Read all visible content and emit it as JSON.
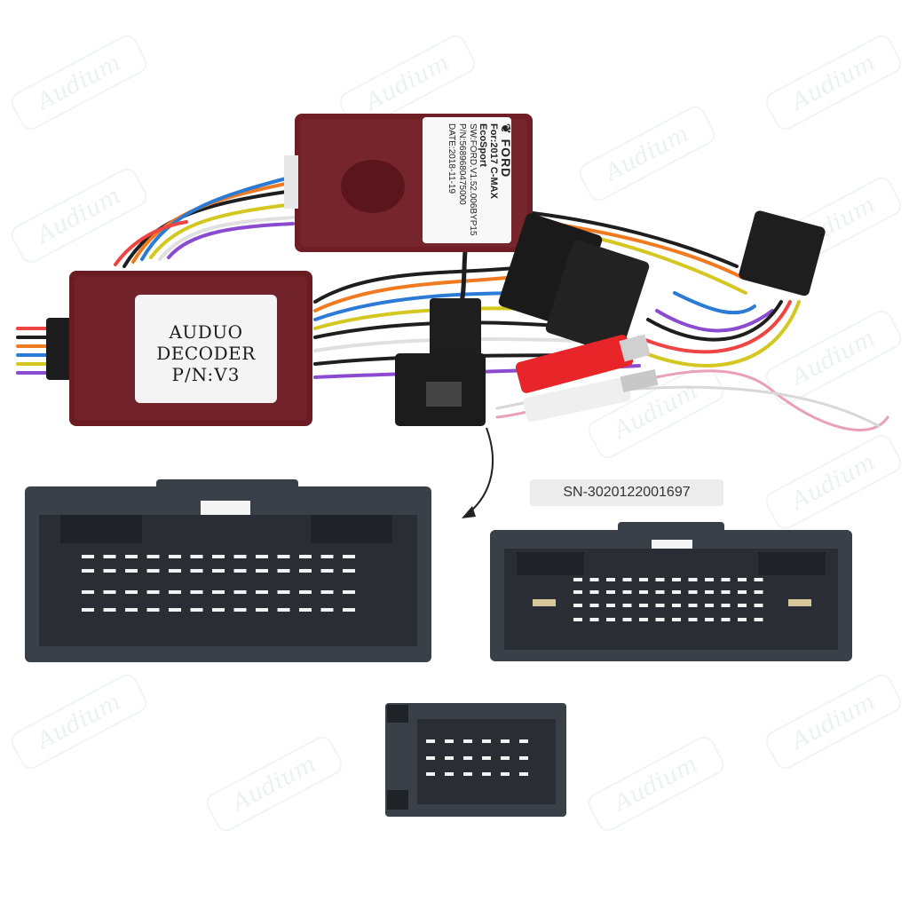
{
  "watermark": {
    "text": "Audium"
  },
  "decoder": {
    "line1": "AUDUO DECODER",
    "line2": "P/N:V3"
  },
  "ford_box": {
    "brand": "FORD",
    "model": "For:2017 C-MAX EcoSport",
    "sw": "SW:FORD.V1.52.006BYP15",
    "pn": "P/N:5689680475000",
    "date": "DATE:2018-11-19"
  },
  "serial": "SN-3020122001697",
  "icons": [
    "ford-logo-icon",
    "curved-arrow-icon"
  ],
  "colors": {
    "module_red": "#6e1e24",
    "connector_gray": "#3a4048",
    "rca_red": "#e8262a",
    "background": "#ffffff"
  }
}
